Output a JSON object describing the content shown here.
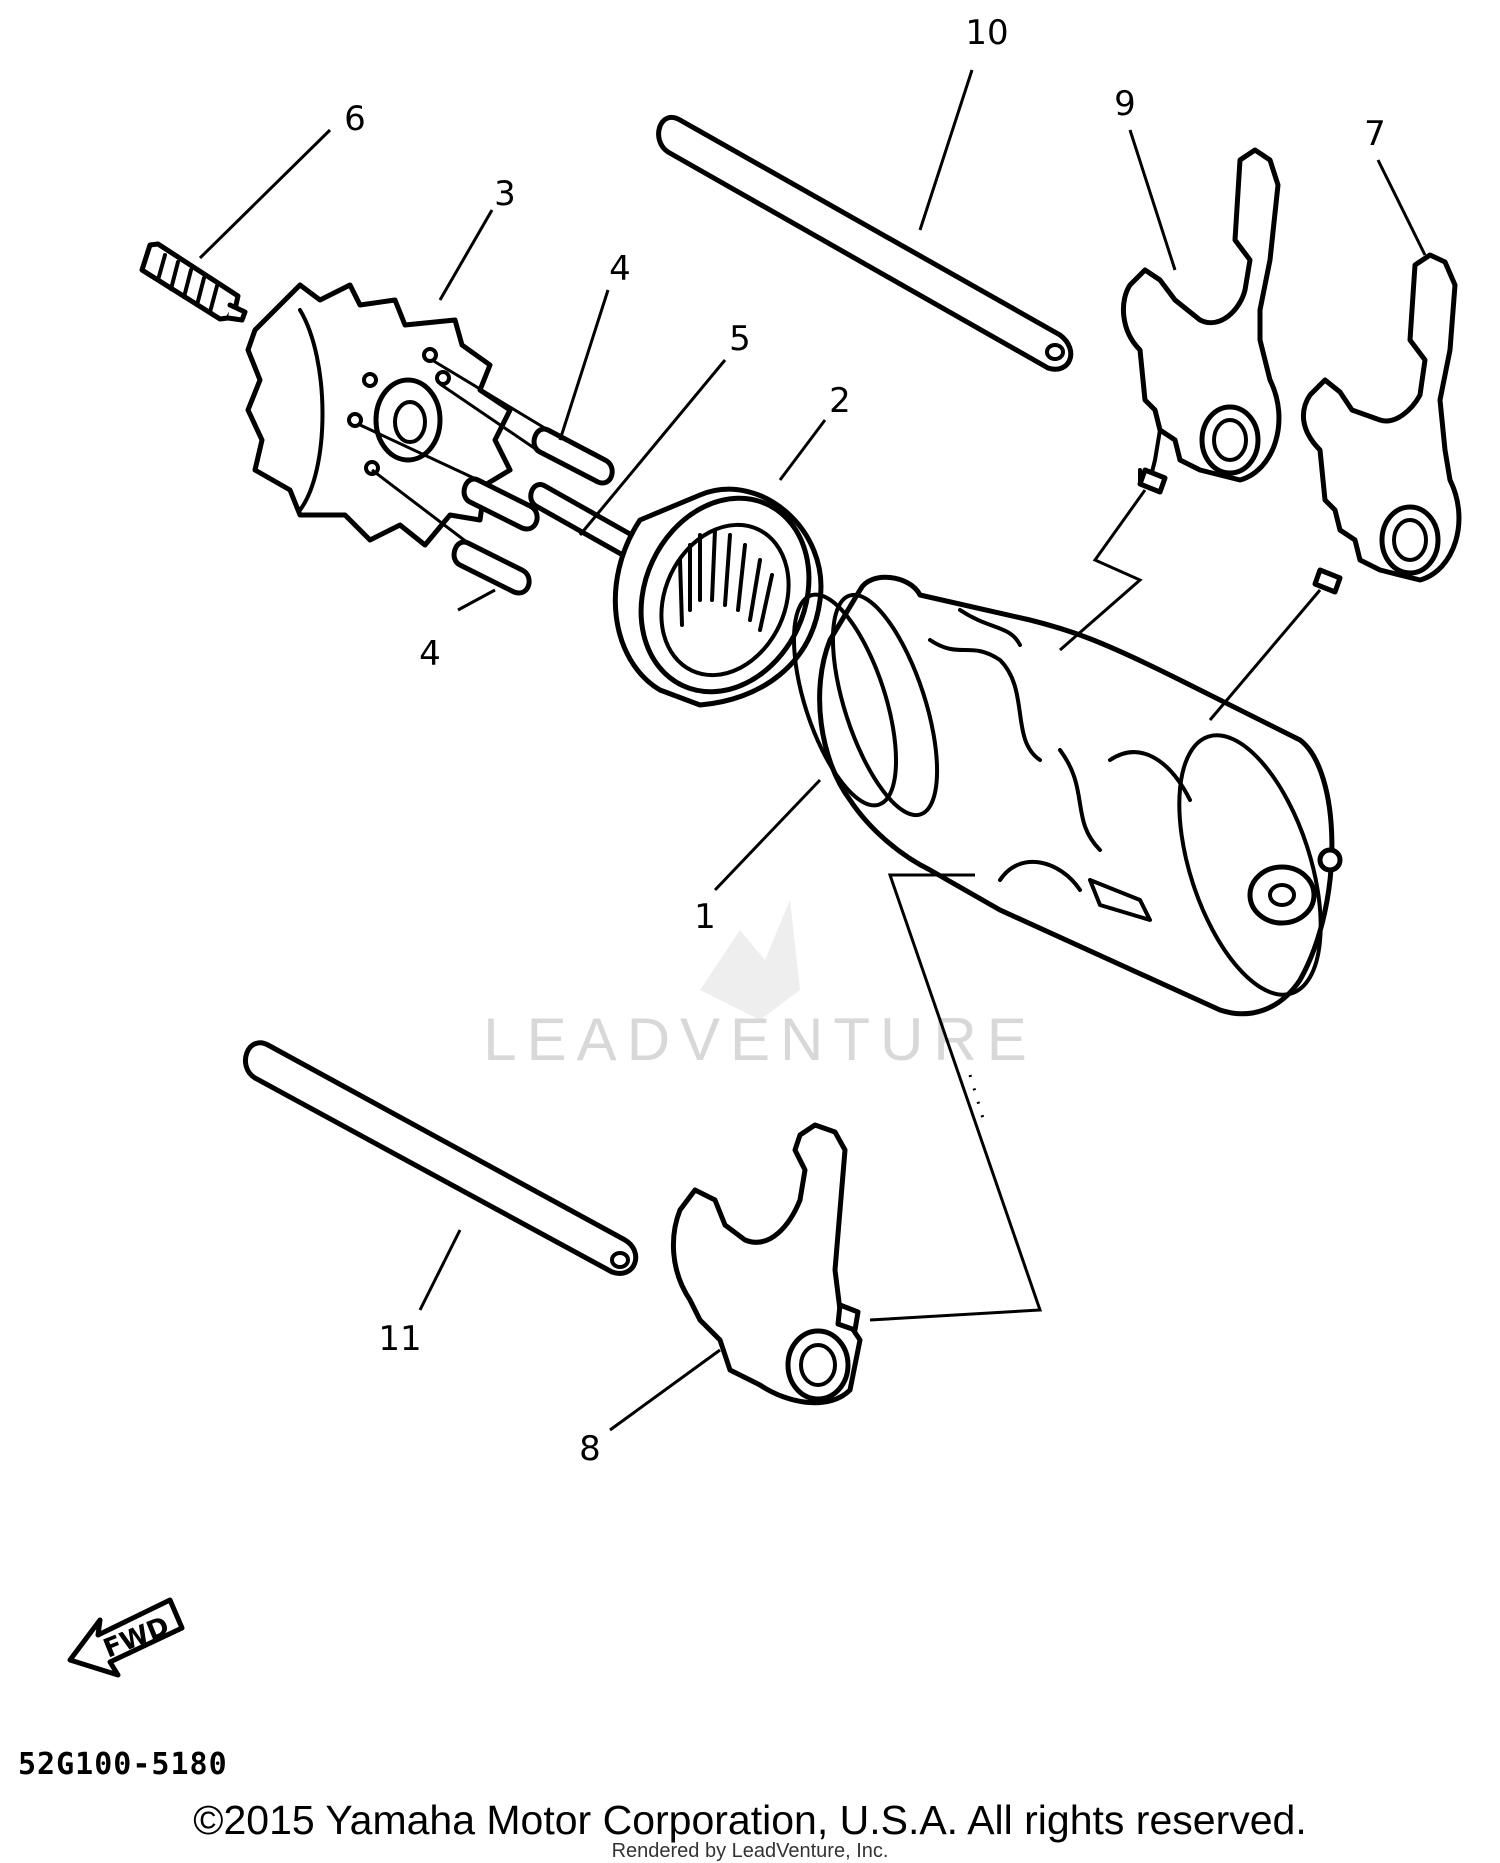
{
  "callouts": {
    "c1": "1",
    "c2": "2",
    "c3": "3",
    "c4a": "4",
    "c4b": "4",
    "c5": "5",
    "c6": "6",
    "c7": "7",
    "c8": "8",
    "c9": "9",
    "c10": "10",
    "c11": "11"
  },
  "watermark": {
    "text": "LEADVENTURE"
  },
  "fwd_label": "FWD",
  "diagram_code": "52G100-5180",
  "copyright": "©2015 Yamaha Motor Corporation, U.S.A. All rights reserved.",
  "rendered_by": "Rendered by LeadVenture, Inc."
}
